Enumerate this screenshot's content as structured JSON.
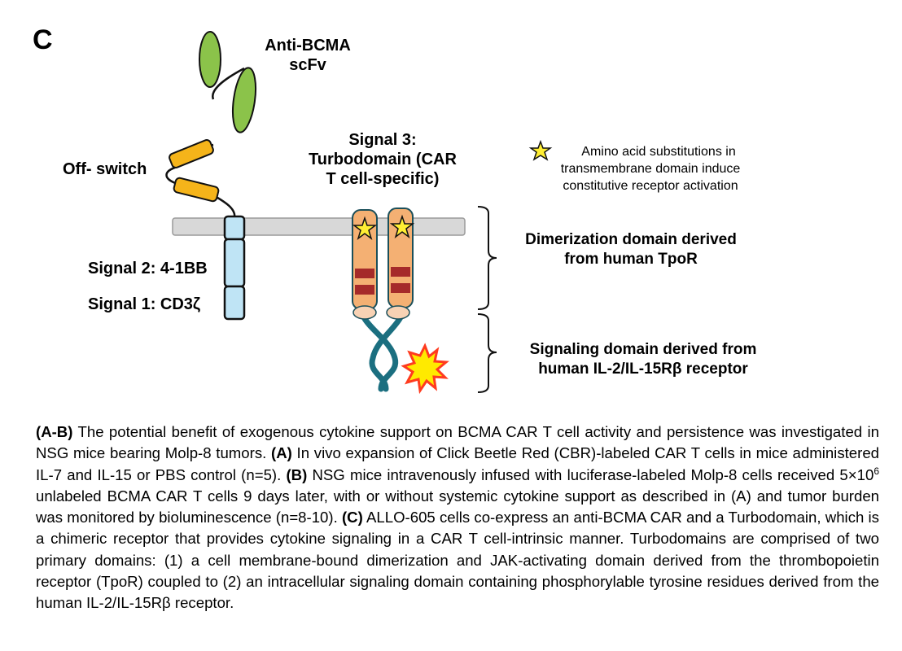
{
  "figure": {
    "panel_letter": "C",
    "labels": {
      "anti_bcma": [
        "Anti-BCMA",
        "scFv"
      ],
      "off_switch": "Off- switch",
      "signal3": [
        "Signal 3:",
        "Turbodomain (CAR",
        "T cell-specific)"
      ],
      "signal2": "Signal 2: 4-1BB",
      "signal1": "Signal 1: CD3ζ",
      "legend": [
        "Amino acid substitutions in",
        "transmembrane domain induce",
        "constitutive receptor activation"
      ],
      "dimerization": [
        "Dimerization domain derived",
        "from human TpoR"
      ],
      "signaling": [
        "Signaling domain derived from",
        "human IL-2/IL-15Rβ receptor"
      ]
    },
    "colors": {
      "scfv_green": "#8bc34a",
      "off_switch_orange": "#f5b41a",
      "membrane_gray": "#d8d8d8",
      "car_blue": "#bfe4f5",
      "turbo_orange": "#f4b073",
      "band_red": "#a52a2a",
      "cap_peach": "#f8d2b4",
      "teal": "#1b6f80",
      "burst_yellow": "#ffea00",
      "burst_red": "#ff3b1f",
      "star_yellow": "#ffee33"
    }
  },
  "caption": {
    "p1_bold": "(A-B)",
    "p1": " The potential benefit of exogenous cytokine support on BCMA CAR T cell activity and persistence was investigated in NSG mice bearing Molp-8 tumors. ",
    "p2_bold": "(A)",
    "p2": " In vivo expansion of Click Beetle Red (CBR)-labeled CAR T cells in mice administered IL-7 and IL-15 or PBS control (n=5). ",
    "p3_bold": "(B)",
    "p3a": " NSG mice intravenously infused with luciferase-labeled Molp-8 cells received 5×10",
    "p3_sup": "6",
    "p3b": " unlabeled BCMA CAR T cells 9 days later, with or without systemic cytokine support as described in (A) and tumor burden was monitored by bioluminescence (n=8-10). ",
    "p4_bold": "(C)",
    "p4": " ALLO-605 cells co-express an anti-BCMA CAR and a Turbodomain, which is a chimeric receptor that provides cytokine signaling in a CAR T cell-intrinsic manner. Turbodomains are comprised of two primary domains: (1) a cell membrane-bound dimerization and JAK-activating domain derived from the thrombopoietin receptor (TpoR) coupled to (2) an intracellular signaling domain containing phosphorylable tyrosine residues derived from the human IL-2/IL-15Rβ receptor."
  }
}
